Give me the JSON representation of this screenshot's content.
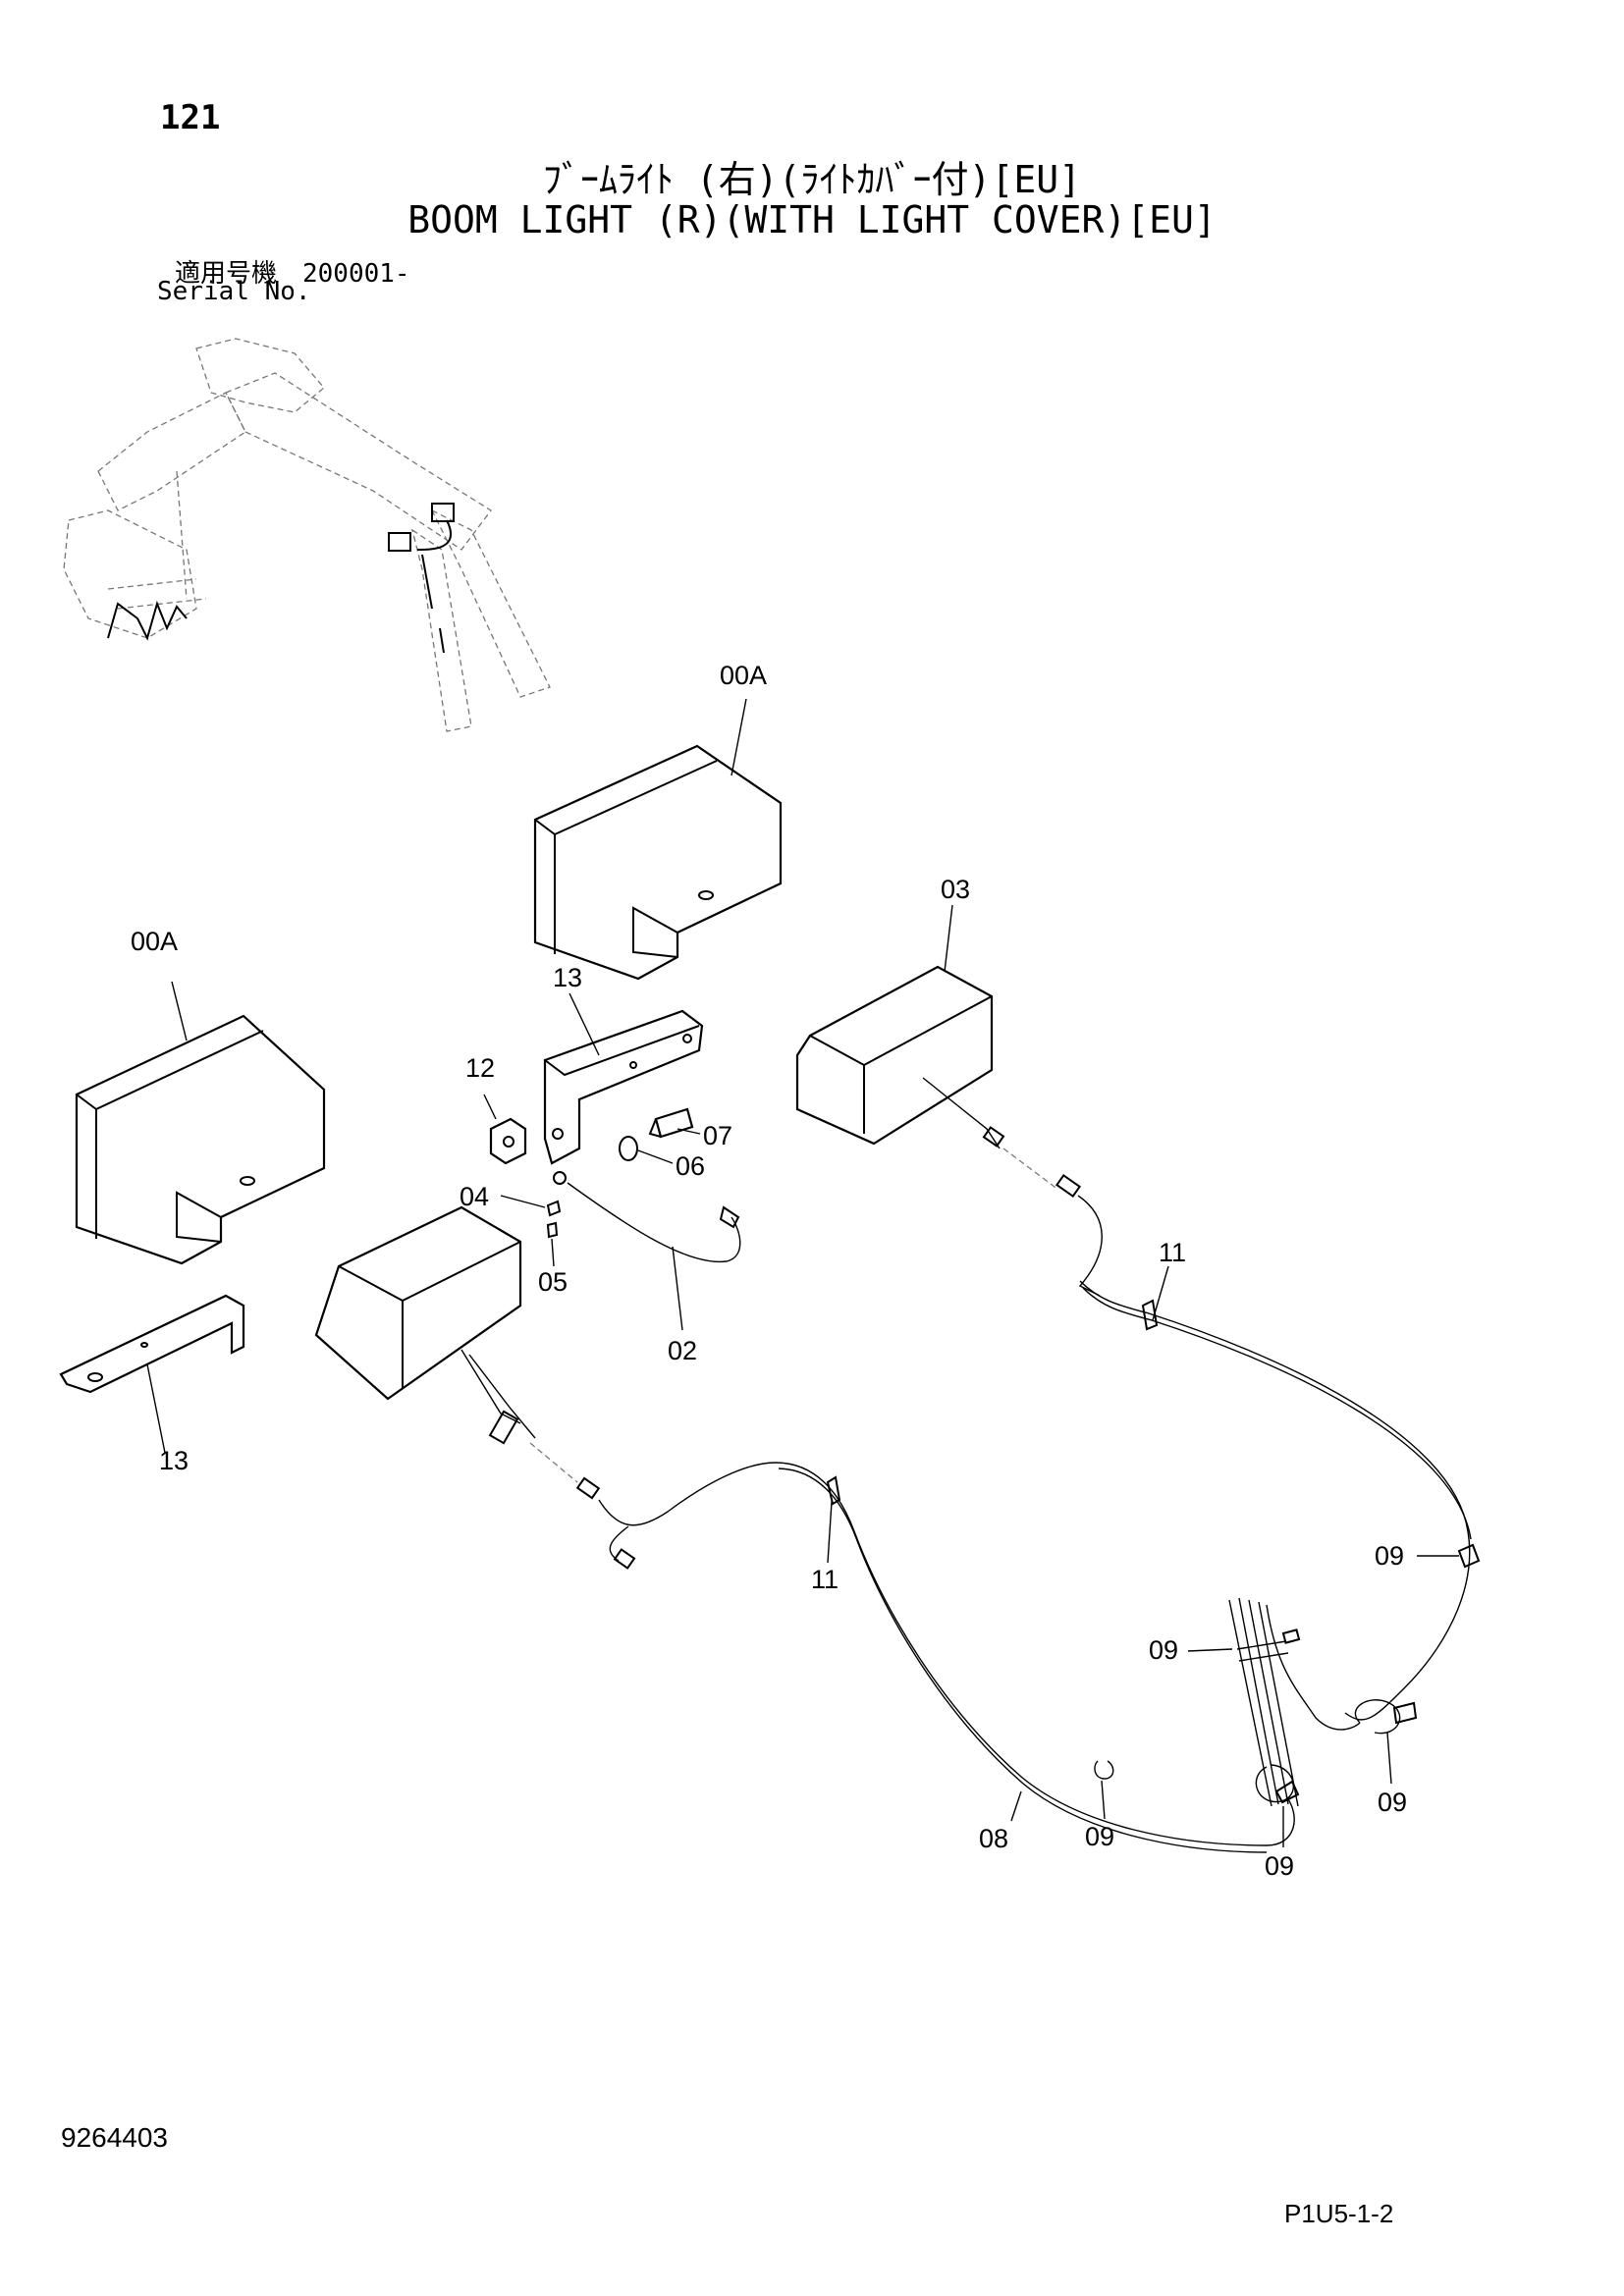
{
  "header": {
    "page_number": "121",
    "title_jp": "ﾌﾞｰﾑﾗｲﾄ (右)(ﾗｲﾄｶﾊﾞｰ付)[EU]",
    "title_en": "BOOM LIGHT (R)(WITH LIGHT COVER)[EU]",
    "serial_jp": "適用号機　200001-",
    "serial_en": "Serial No."
  },
  "callouts": {
    "c00a_top": "00A",
    "c00a_left": "00A",
    "c03": "03",
    "c13_top": "13",
    "c13_bottom": "13",
    "c12": "12",
    "c07": "07",
    "c06": "06",
    "c04": "04",
    "c05": "05",
    "c02": "02",
    "c11_right": "11",
    "c11_left": "11",
    "c09_a": "09",
    "c09_b": "09",
    "c09_c": "09",
    "c09_d": "09",
    "c09_e": "09",
    "c08": "08"
  },
  "footer": {
    "doc_number": "9264403",
    "ref_code": "P1U5-1-2"
  }
}
